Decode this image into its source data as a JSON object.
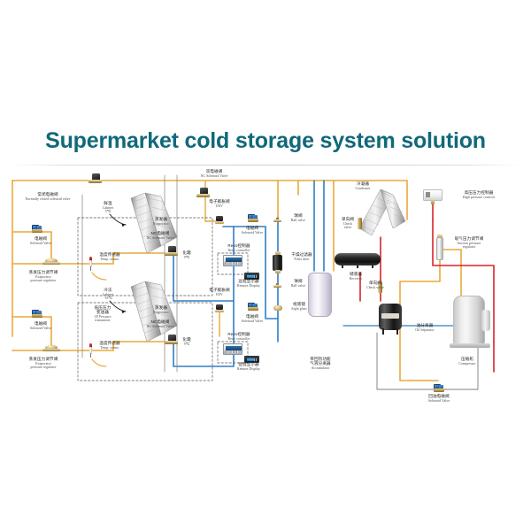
{
  "page": {
    "title": "Supermarket cold storage system solution",
    "title_color": "#10697a",
    "background": "#ffffff"
  },
  "diagram": {
    "type": "refrigeration-system-schematic",
    "pipe_colors": {
      "liquid_line": "#e9a93a",
      "suction_line": "#2f7fc4",
      "discharge_line": "#d8232a",
      "electrical": "#6f6f6f"
    },
    "components": [
      {
        "id": "nc-solenoid-valve-top",
        "cn": "常闭电磁阀",
        "en": "Normally closed solenoid valve"
      },
      {
        "id": "solenoid-valve-1",
        "cn": "电磁阀",
        "en": "Solenoid Valve"
      },
      {
        "id": "evaporator-pressure-regulator-1",
        "cn": "蒸发压力调节阀",
        "en_line1": "Evaporator",
        "en_line2": "pressure regulator"
      },
      {
        "id": "solenoid-valve-2",
        "cn": "电磁阀",
        "en": "Solenoid Valve"
      },
      {
        "id": "evaporator-pressure-regulator-2",
        "cn": "蒸发压力调节阀",
        "en_line1": "Evaporator",
        "en_line2": "pressure regulator"
      },
      {
        "id": "cabinet-medium-temp",
        "cn": "鲜温",
        "en": "Cabinet",
        "temp": "5℃"
      },
      {
        "id": "cabinet-low-temp",
        "cn": "冷冻",
        "en": "Cabinet",
        "temp": "-18℃"
      },
      {
        "id": "temp-sensor-1",
        "cn": "温度传感器",
        "en": "Temp. sensor"
      },
      {
        "id": "temp-sensor-2",
        "cn": "温度传感器",
        "en": "Temp. sensor"
      },
      {
        "id": "lp-pressure-transmitter",
        "cn_line1": "低压压力",
        "cn_line2": "变送器",
        "en_line1": "LP Pressure",
        "en_line2": "transmitter"
      },
      {
        "id": "evaporator-1",
        "cn": "蒸发器",
        "en": "Evaporator"
      },
      {
        "id": "evaporator-2",
        "cn": "蒸发器",
        "en": "Evaporator"
      },
      {
        "id": "defrost-1",
        "cn": "化霜",
        "temp": "9℃"
      },
      {
        "id": "defrost-2",
        "cn": "化霜",
        "temp": "9℃"
      },
      {
        "id": "nc-solenoid-valve-1",
        "cn": "双电磁阀",
        "en": "NC Solenoid Valve"
      },
      {
        "id": "nc-solenoid-valve-2",
        "cn": "NC电磁阀",
        "en": "NC Solenoid Valve"
      },
      {
        "id": "nc-solenoid-valve-3",
        "cn": "NC电磁阀",
        "en": "NC Solenoid Valve"
      },
      {
        "id": "eev-1",
        "cn": "电子膨胀阀",
        "en": "EEV"
      },
      {
        "id": "eev-2",
        "cn": "电子膨胀阀",
        "en": "EEV"
      },
      {
        "id": "solenoid-valve-3",
        "cn": "电磁阀",
        "en": "Solenoid Valve"
      },
      {
        "id": "solenoid-valve-4",
        "cn": "电磁阀",
        "en": "Solenoid Valve"
      },
      {
        "id": "revo-controller-1",
        "cn": "Revo控制器",
        "en": "Revo controller"
      },
      {
        "id": "revo-controller-2",
        "cn": "Revo控制器",
        "en": "Revo controller"
      },
      {
        "id": "remote-display-1",
        "cn": "远程显示器",
        "en": "Remote Display"
      },
      {
        "id": "remote-display-2",
        "cn": "远程显示器",
        "en": "Remote Display"
      },
      {
        "id": "ball-valve-1",
        "cn": "球阀",
        "en": "Ball valve"
      },
      {
        "id": "ball-valve-2",
        "cn": "球阀",
        "en": "Ball valve"
      },
      {
        "id": "filter-drier",
        "cn": "干燥过滤器",
        "en": "Filter drier"
      },
      {
        "id": "sight-glass",
        "cn": "视液镜",
        "en": "Sight glass"
      },
      {
        "id": "accumulator",
        "cn_line1": "带回热功能",
        "cn_line2": "气液分离器",
        "en": "Accumulator"
      },
      {
        "id": "condenser",
        "cn": "冷凝器",
        "en": "Condenser"
      },
      {
        "id": "check-valve-1",
        "cn": "单向阀",
        "en_line1": "Check",
        "en_line2": "valve"
      },
      {
        "id": "check-valve-2",
        "cn": "单向阀",
        "en": "Check valve"
      },
      {
        "id": "receiver",
        "cn": "储液器",
        "en": "Receiver"
      },
      {
        "id": "high-pressure-controls",
        "cn": "高压压力控制器",
        "en": "High pressure controls"
      },
      {
        "id": "suction-pressure-regulator",
        "cn": "吸气压力调节阀",
        "en_line1": "Suction pressure",
        "en_line2": "regulator"
      },
      {
        "id": "oil-separator",
        "cn": "油分离器",
        "en": "Oil Separator"
      },
      {
        "id": "compressor",
        "cn": "压缩机",
        "en": "Compressor"
      },
      {
        "id": "oil-return-solenoid-valve",
        "cn": "回油电磁阀",
        "en": "Solenoid Valve"
      }
    ]
  }
}
